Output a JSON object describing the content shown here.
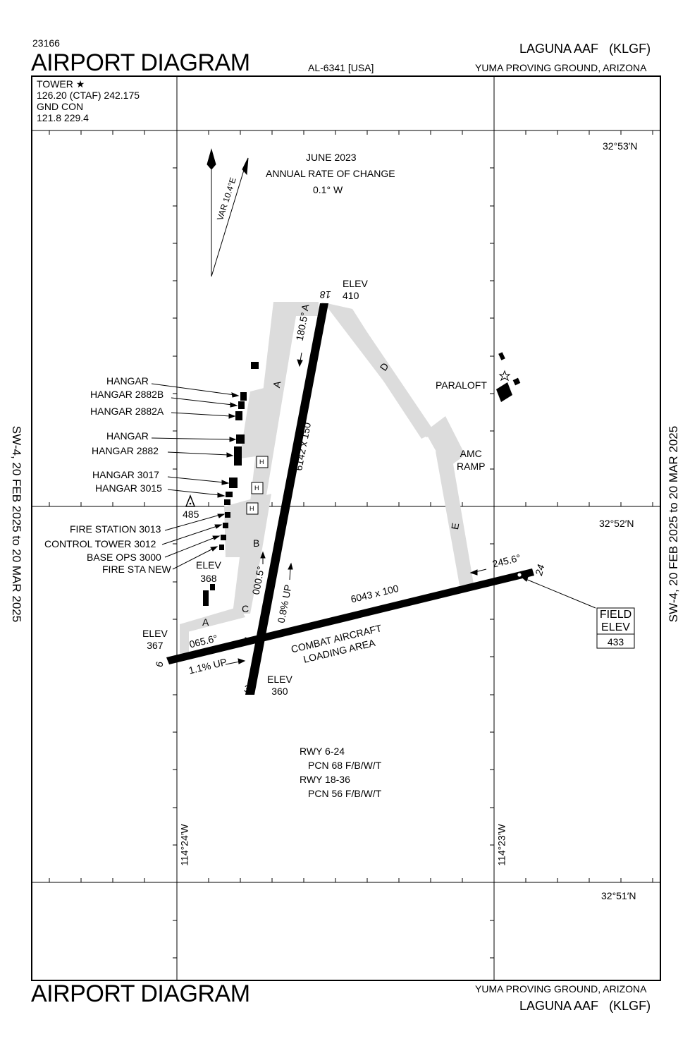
{
  "header": {
    "chart_number": "23166",
    "title": "AIRPORT DIAGRAM",
    "al_number": "AL-6341 [USA]",
    "airport_name": "LAGUNA AAF",
    "airport_id": "(KLGF)",
    "location": "YUMA PROVING GROUND, ARIZONA"
  },
  "footer": {
    "title": "AIRPORT DIAGRAM",
    "location": "YUMA PROVING GROUND, ARIZONA",
    "airport_name": "LAGUNA AAF",
    "airport_id": "(KLGF)"
  },
  "side_margin": {
    "left_text": "SW-4,  20 FEB 2025  to  20 MAR 2025",
    "right_text": "SW-4,  20 FEB 2025  to  20 MAR 2025"
  },
  "comms": {
    "tower_label": "TOWER",
    "tower_freqs": "126.20 (CTAF) 242.175",
    "gnd_label": "GND CON",
    "gnd_freqs": "121.8   229.4"
  },
  "magvar": {
    "date": "JUNE 2023",
    "line2": "ANNUAL RATE OF CHANGE",
    "rate": "0.1°  W",
    "var": "VAR 10.4°E"
  },
  "coords": {
    "lat_53": "32°53′N",
    "lat_52": "32°52′N",
    "lat_51": "32°51′N",
    "lon_24": "114°24′W",
    "lon_23": "114°23′W"
  },
  "runways": {
    "rwy_18": "18",
    "rwy_36": "36",
    "rwy_6": "6",
    "rwy_24": "24",
    "dims_18_36": "6142 x 150",
    "dims_6_24": "6043 x 100",
    "hdg_180": "180.5°",
    "hdg_000": "000.5°",
    "hdg_065": "065.6°",
    "hdg_245": "245.6°",
    "grad_18_36": "0.8% UP",
    "grad_6_24": "1.1% UP"
  },
  "elevations": {
    "elev_label": "ELEV",
    "elev_410": "410",
    "elev_368": "368",
    "elev_367": "367",
    "elev_360": "360",
    "field_elev_1": "FIELD",
    "field_elev_2": "ELEV",
    "field_elev_val": "433",
    "obstacle": "485"
  },
  "taxiways": {
    "A": "A",
    "B": "B",
    "C": "C",
    "D": "D",
    "E": "E"
  },
  "buildings": {
    "hangar": "HANGAR",
    "hangar_2882b": "HANGAR 2882B",
    "hangar_2882a": "HANGAR 2882A",
    "hangar_2": "HANGAR",
    "hangar_2882": "HANGAR 2882",
    "hangar_3017": "HANGAR 3017",
    "hangar_3015": "HANGAR 3015",
    "fire_station": "FIRE STATION 3013",
    "control_tower": "CONTROL TOWER 3012",
    "base_ops": "BASE OPS 3000",
    "fire_sta_new": "FIRE STA NEW",
    "paraloft": "PARALOFT",
    "amc_1": "AMC",
    "amc_2": "RAMP",
    "combat_1": "COMBAT AIRCRAFT",
    "combat_2": "LOADING AREA",
    "helipad": "H"
  },
  "pcn": {
    "rwy_6_24": "RWY 6-24",
    "pcn_6_24": "PCN 68 F/B/W/T",
    "rwy_18_36": "RWY 18-36",
    "pcn_18_36": "PCN 56 F/B/W/T"
  },
  "colors": {
    "taxiway": "#dcdcdc",
    "runway": "#000000",
    "frame": "#000000"
  }
}
